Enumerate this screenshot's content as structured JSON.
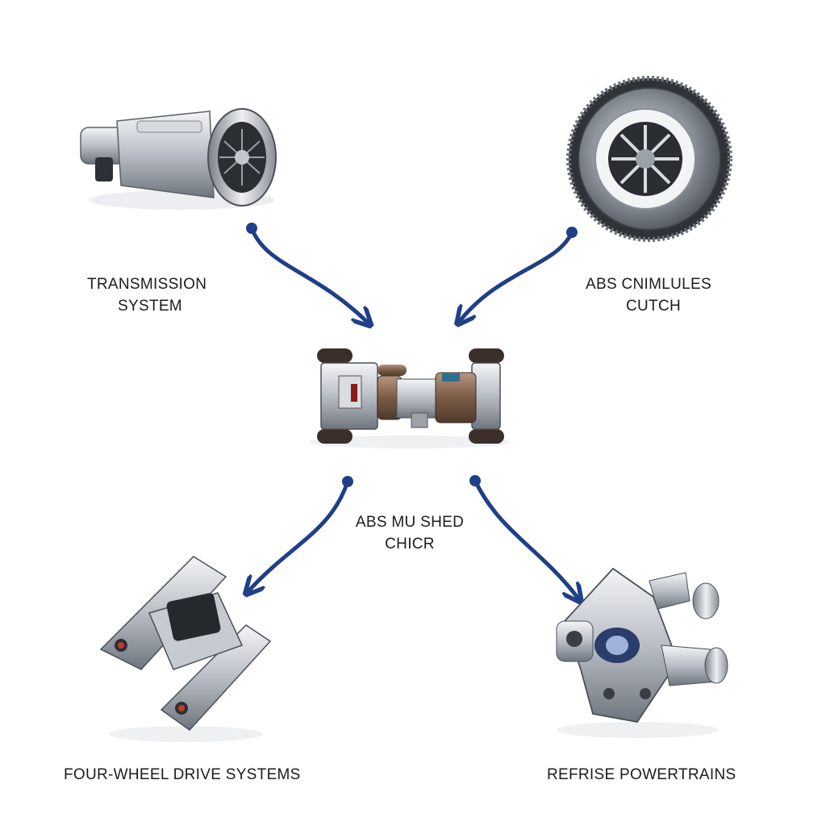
{
  "diagram": {
    "center": {
      "name": "drivetrain-assembly",
      "label_lines": [
        "ABS MU SHED",
        "CHICR"
      ]
    },
    "nodes": [
      {
        "id": "top-left",
        "image": "transmission-icon",
        "label_lines": [
          "TRANSMISSION",
          "SYSTEM"
        ]
      },
      {
        "id": "top-right",
        "image": "clutch-icon",
        "label_lines": [
          "ABS CNIMLULES",
          "CUTCH"
        ]
      },
      {
        "id": "bottom-left",
        "image": "bracket-icon",
        "label_lines": [
          "FOUR-WHEEL DRIVE SYSTEMS"
        ]
      },
      {
        "id": "bottom-right",
        "image": "powertrain-housing-icon",
        "label_lines": [
          "REFRISE POWERTRAINS"
        ]
      }
    ],
    "arrows": [
      {
        "from": "top-left",
        "to": "center"
      },
      {
        "from": "top-right",
        "to": "center"
      },
      {
        "from": "center",
        "to": "bottom-left"
      },
      {
        "from": "center",
        "to": "bottom-right"
      }
    ],
    "colors": {
      "arrow": "#1f3f86",
      "metal_light": "#e3e6ea",
      "metal_mid": "#a9afb7",
      "metal_dark": "#3e4249",
      "copper": "#8a6a52",
      "background": "#ffffff"
    }
  }
}
